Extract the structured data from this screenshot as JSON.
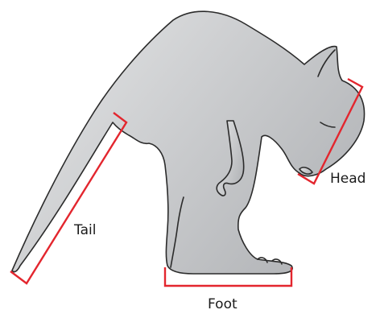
{
  "labels": {
    "tail": "Tail",
    "foot": "Foot",
    "head": "Head"
  },
  "colors": {
    "measure": "#e3262e",
    "outline": "#2b2b2b",
    "body_light": "#e6e7e8",
    "body_dark": "#b5b7ba"
  }
}
